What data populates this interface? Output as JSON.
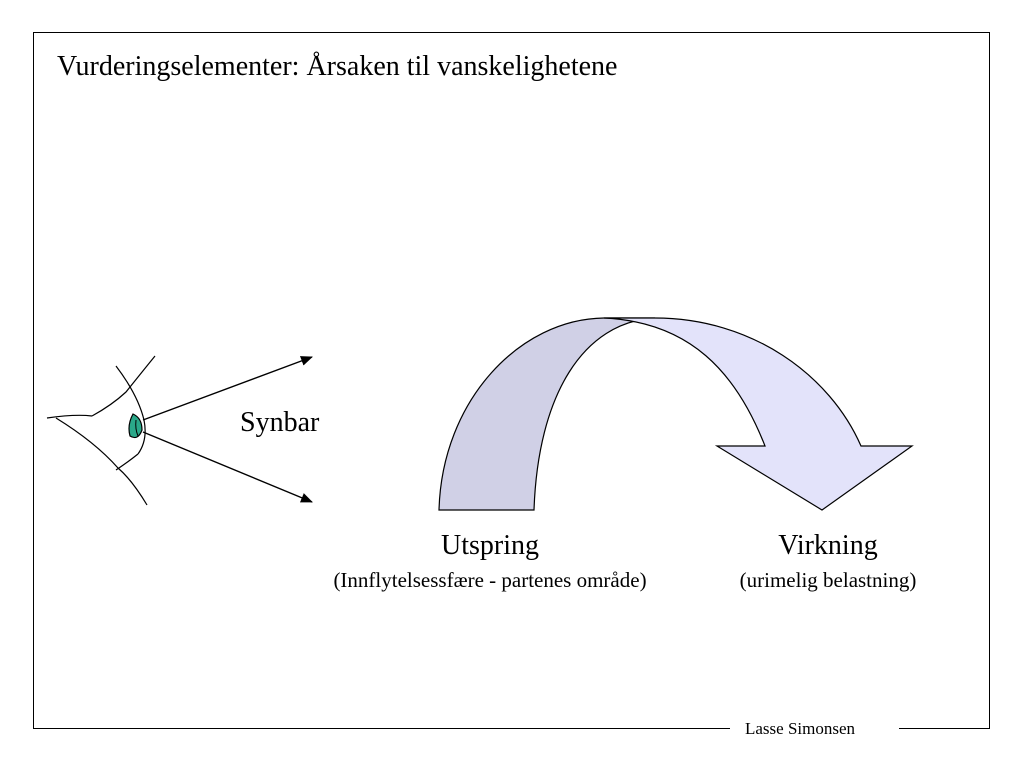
{
  "slide": {
    "title": "Vurderingselementer: Årsaken til vanskelighetene",
    "footer_author": "Lasse Simonsen"
  },
  "diagram": {
    "eye_label": "Synbar",
    "source_label": "Utspring",
    "source_sublabel": "(Innflytelsessfære - partenes område)",
    "effect_label": "Virkning",
    "effect_sublabel": "(urimelig belastning)",
    "colors": {
      "arrow_back_fill": "#d0d0e6",
      "arrow_front_fill": "#e3e3fa",
      "iris_fill": "#2aa889",
      "line": "#000000"
    },
    "icons": [
      "eye-icon",
      "curved-arrow-icon",
      "line-arrow-icon"
    ]
  }
}
